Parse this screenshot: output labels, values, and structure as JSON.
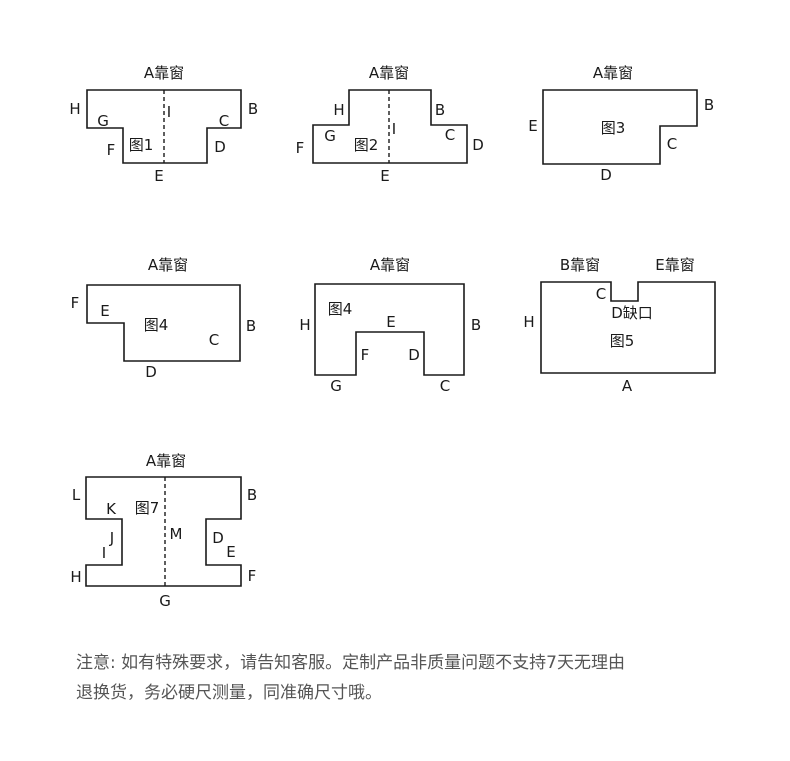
{
  "fig1": {
    "window": "A靠窗",
    "title": "图1",
    "h": "H",
    "g": "G",
    "i": "I",
    "b": "B",
    "c": "C",
    "f": "F",
    "d": "D",
    "e": "E"
  },
  "fig2": {
    "window": "A靠窗",
    "title": "图2",
    "h": "H",
    "b": "B",
    "g": "G",
    "i": "I",
    "c": "C",
    "f": "F",
    "d": "D",
    "e": "E"
  },
  "fig3": {
    "window": "A靠窗",
    "title": "图3",
    "e": "E",
    "b": "B",
    "c": "C",
    "d": "D"
  },
  "fig4a": {
    "window": "A靠窗",
    "title": "图4",
    "f": "F",
    "e": "E",
    "b": "B",
    "c": "C",
    "d": "D"
  },
  "fig4b": {
    "window": "A靠窗",
    "title": "图4",
    "h": "H",
    "e": "E",
    "b": "B",
    "f": "F",
    "d": "D",
    "g": "G",
    "c": "C"
  },
  "fig5": {
    "window_b": "B靠窗",
    "window_e": "E靠窗",
    "c": "C",
    "notch": "D缺口",
    "h": "H",
    "title": "图5",
    "a": "A"
  },
  "fig7": {
    "window": "A靠窗",
    "title": "图7",
    "l": "L",
    "b": "B",
    "k": "K",
    "m": "M",
    "j": "J",
    "d": "D",
    "i": "I",
    "e": "E",
    "h": "H",
    "f": "F",
    "g": "G"
  },
  "note": {
    "line1": "注意: 如有特殊要求，请告知客服。定制产品非质量问题不支持7天无理由",
    "line2": "退换货，务必硬尺测量，同准确尺寸哦。"
  }
}
